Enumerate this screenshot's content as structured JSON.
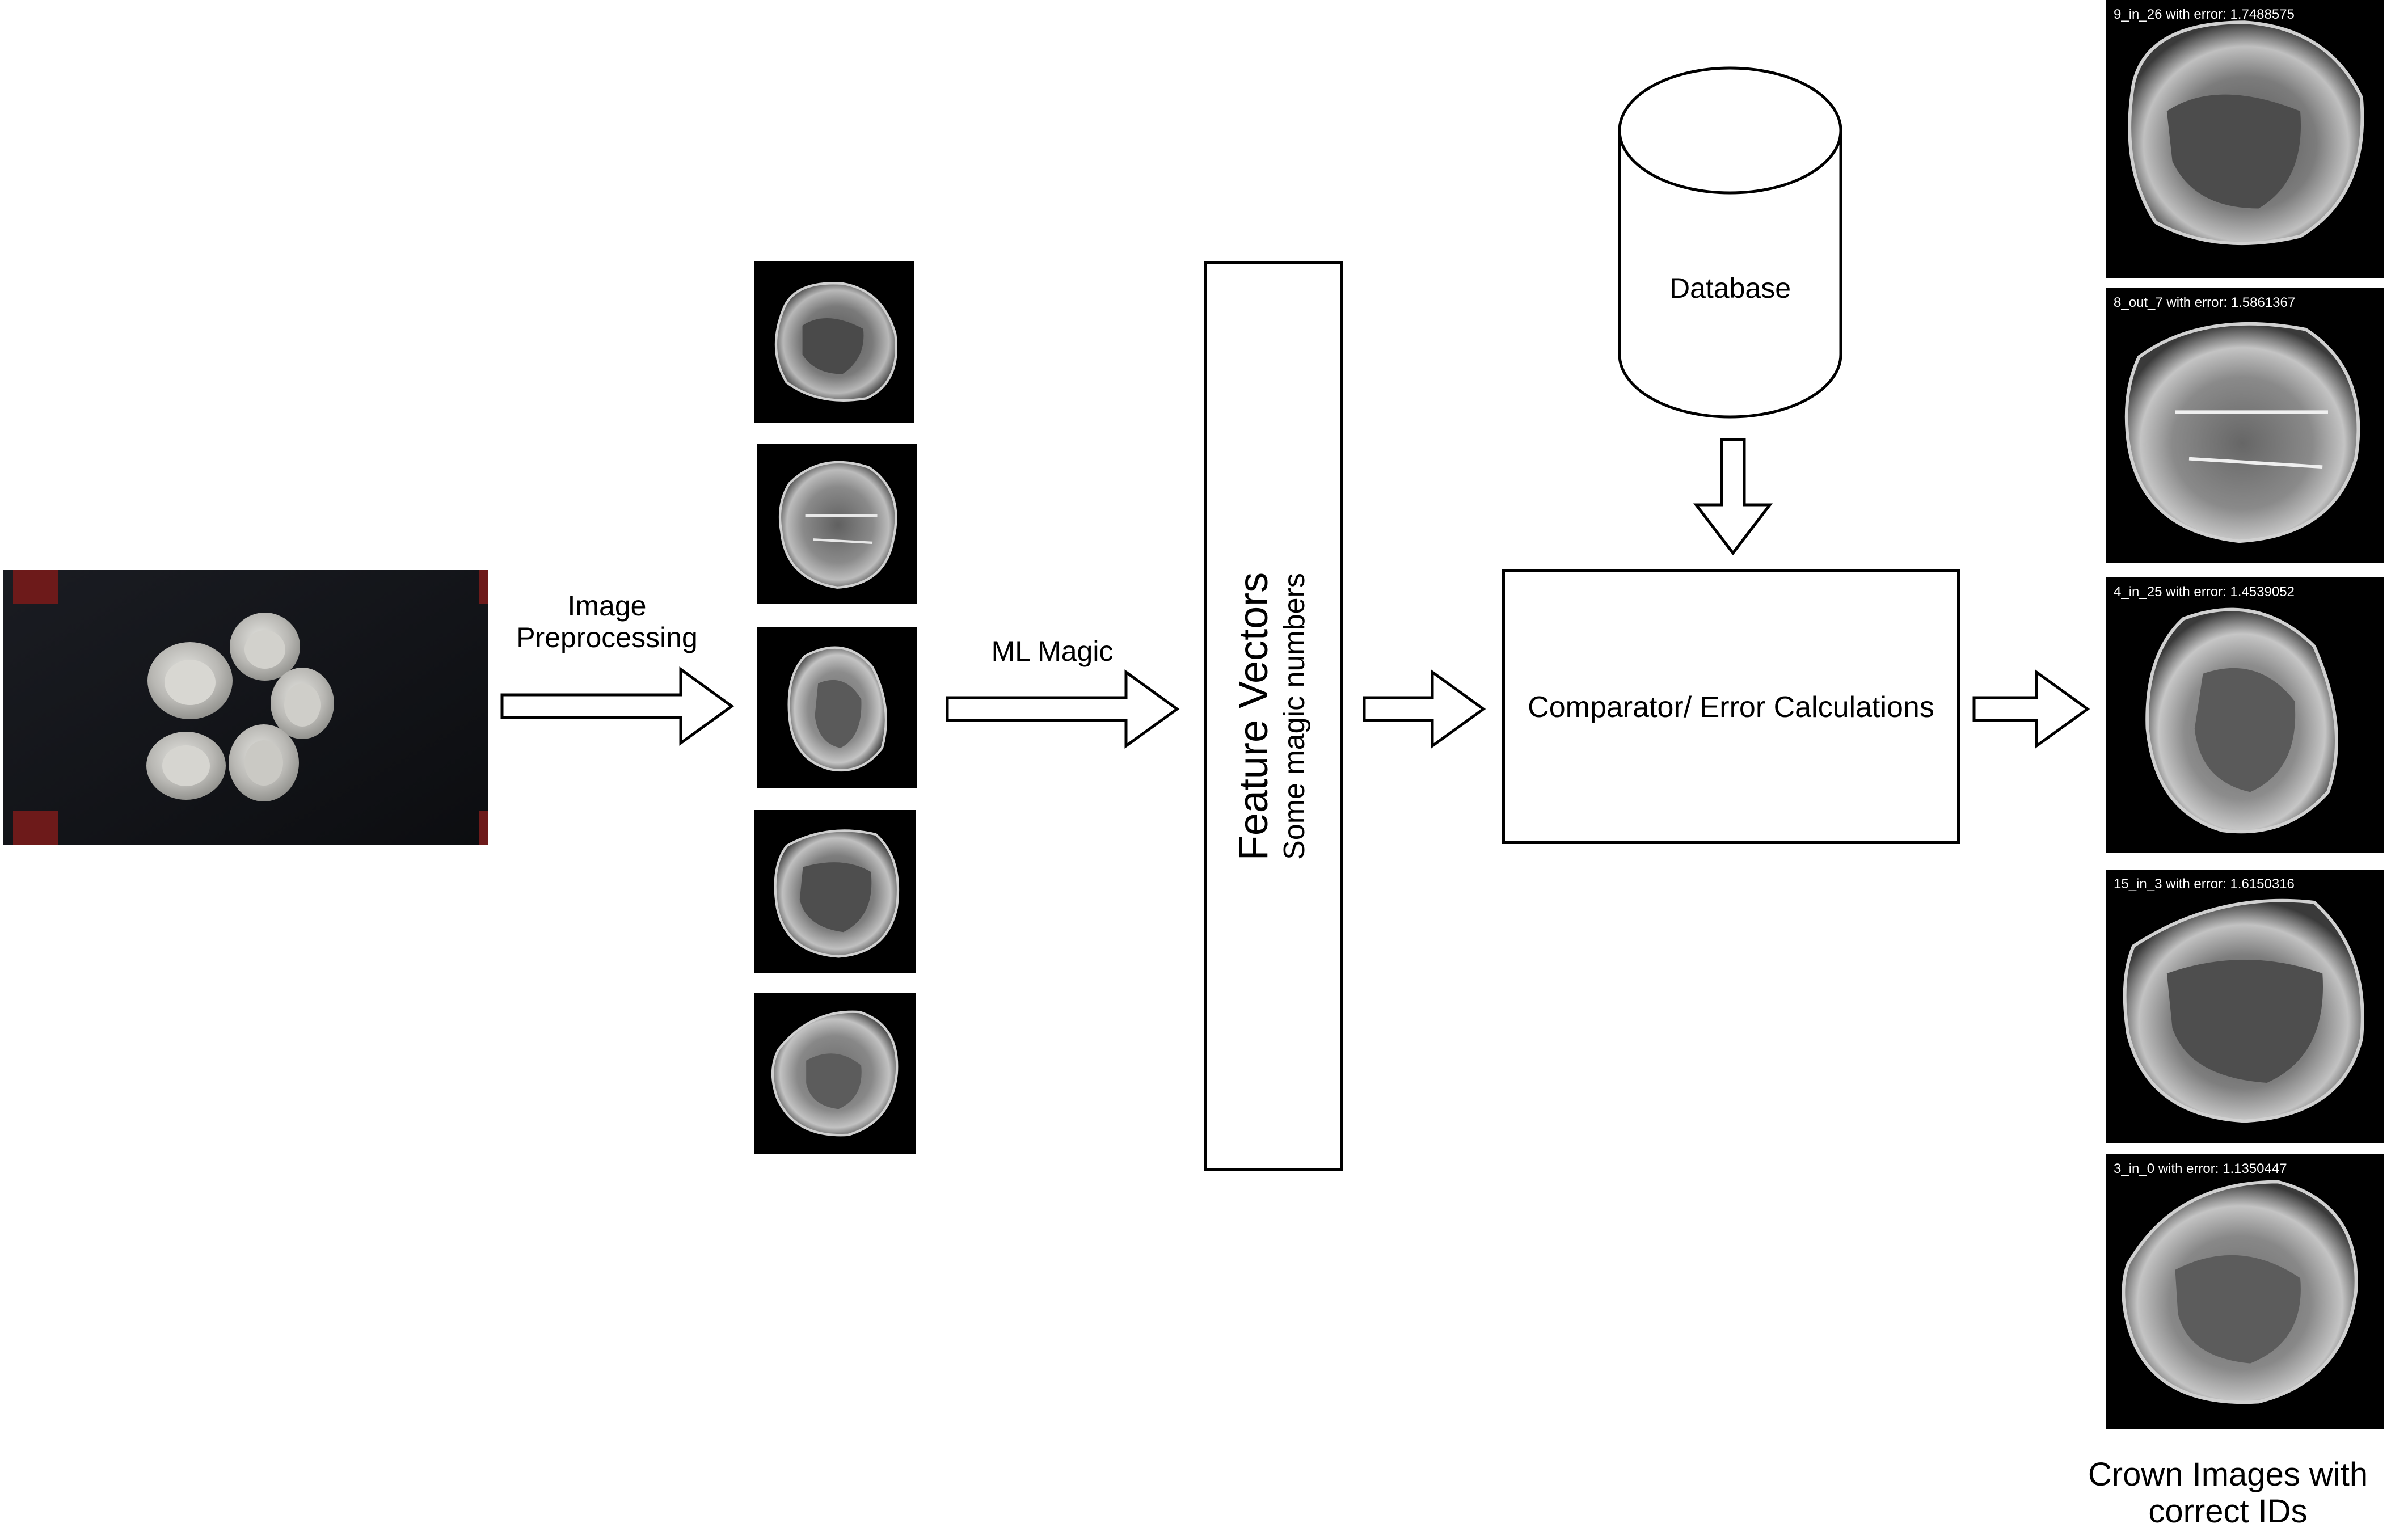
{
  "input_photo": {
    "description": "photo of five dental crowns"
  },
  "step_labels": {
    "preprocessing": "Image\nPreprocessing",
    "ml": "ML Magic"
  },
  "feature_box": {
    "title": "Feature Vectors",
    "subtitle": "Some magic numbers"
  },
  "database": {
    "label": "Database"
  },
  "comparator": {
    "label": "Comparator/ Error Calculations"
  },
  "results": {
    "tiles": [
      {
        "caption": "9_in_26 with error: 1.7488575"
      },
      {
        "caption": "8_out_7 with error: 1.5861367"
      },
      {
        "caption": "4_in_25 with error: 1.4539052"
      },
      {
        "caption": "15_in_3 with error: 1.6150316"
      },
      {
        "caption": "3_in_0 with error: 1.1350447"
      }
    ],
    "label": "Crown Images with\ncorrect IDs"
  },
  "colors": {
    "line": "#000000",
    "tile_bg": "#000000",
    "photo_bg": "#101217",
    "marker_red": "#7a1a1a"
  }
}
